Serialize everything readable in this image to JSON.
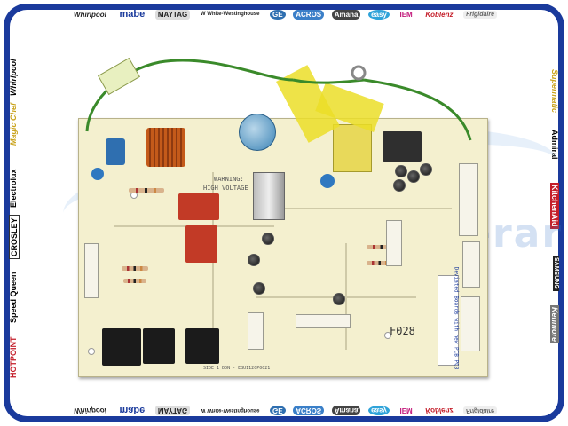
{
  "brands_top": [
    "Whirlpool",
    "mabe",
    "MAYTAG",
    "W White-Westinghouse",
    "GE",
    "ACROS",
    "Amana",
    "easy",
    "IEM",
    "Koblenz",
    "Frigidaire"
  ],
  "brands_bottom": [
    "Whirlpool",
    "mabe",
    "MAYTAG",
    "W White-Westinghouse",
    "GE",
    "ACROS",
    "Amana",
    "easy",
    "IEM",
    "Koblenz",
    "Frigidaire"
  ],
  "brands_left": [
    "Whirlpool",
    "Magic Chef",
    "Electrolux",
    "CROSLEY",
    "Speed Queen",
    "HOTPOINT"
  ],
  "brands_right": [
    "Supermatic",
    "Admiral",
    "KitchenAid",
    "SAMSUNG",
    "Kenmore"
  ],
  "watermark": "Refrigerar",
  "board": {
    "warning_line1": "WARNING:",
    "warning_line2": "HIGH VOLTAGE",
    "sticker_text": "Deviated Boards with new PCB PCB",
    "stamp": "F028",
    "part_number": "SIDE 1 DDN - EBU1120P0021"
  },
  "colors": {
    "frame": "#1a3a9c",
    "board": "#f4f0cf",
    "wire_green": "#3a8a2a",
    "relay": "#1b1b1b",
    "tape": "#ebde28"
  }
}
